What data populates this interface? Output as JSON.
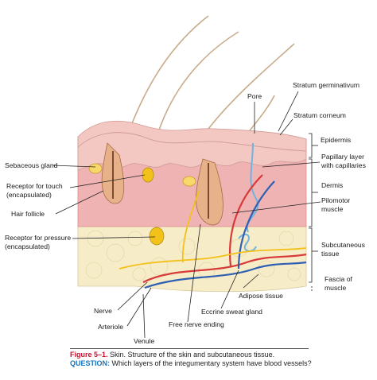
{
  "labels": {
    "pore": "Pore",
    "stratum_germinativum": "Stratum germinativum",
    "stratum_corneum": "Stratum corneum",
    "epidermis": "Epidermis",
    "papillary_layer_1": "Papillary layer",
    "papillary_layer_2": "with capillaries",
    "dermis": "Dermis",
    "pilomotor_1": "Pilomotor",
    "pilomotor_2": "muscle",
    "subcutaneous_1": "Subcutaneous",
    "subcutaneous_2": "tissue",
    "fascia_1": "Fascia of",
    "fascia_2": "muscle",
    "sebaceous_gland": "Sebaceous gland",
    "receptor_touch_1": "Receptor for touch",
    "receptor_touch_2": "(encapsulated)",
    "hair_follicle": "Hair follicle",
    "receptor_pressure_1": "Receptor for pressure",
    "receptor_pressure_2": "(encapsulated)",
    "nerve": "Nerve",
    "arteriole": "Arteriole",
    "venule": "Venule",
    "adipose_tissue": "Adipose tissue",
    "eccrine_sweat_gland": "Eccrine sweat gland",
    "free_nerve_ending": "Free nerve ending"
  },
  "caption": {
    "figure_label": "Figure 5–1.",
    "figure_text": "Skin. Structure of the skin and subcutaneous tissue.",
    "question_label": "QUESTION:",
    "question_text": "Which layers of the integumentary system have blood vessels?"
  },
  "colors": {
    "epidermis": "#f3c7c2",
    "dermis": "#f0b3b3",
    "subcutaneous": "#f7ecc8",
    "artery": "#d83a3a",
    "vein": "#2f5fb3",
    "nerve": "#f2c21a"
  }
}
